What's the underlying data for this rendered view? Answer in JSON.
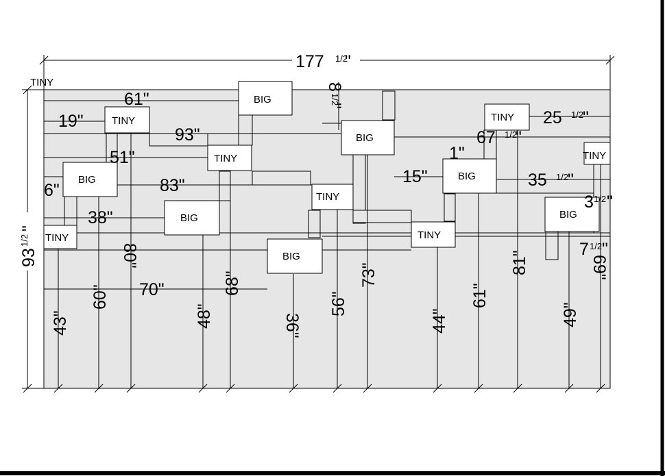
{
  "diagram": {
    "colors": {
      "wall": "#e6e6e6",
      "line": "#000000",
      "box": "#ffffff",
      "frame": "#000000"
    },
    "overall_width_label": {
      "whole": "177",
      "frac": "1/2",
      "unit": "\""
    },
    "overall_height_label": {
      "whole": "93",
      "frac": "1/2",
      "unit": "\""
    },
    "boxes": {
      "big_top": "BIG",
      "big_mid": "BIG",
      "big_right": "BIG",
      "big_left": "BIG",
      "big_center": "BIG",
      "big_bottom": "BIG",
      "big_far_right": "BIG",
      "tiny_topleft": "TINY",
      "tiny_upper": "TINY",
      "tiny_center": "TINY",
      "tiny_right_top": "TINY",
      "tiny_right_edge": "TINY",
      "tiny_mid": "TINY",
      "tiny_lower": "TINY",
      "tiny_left": "TINY"
    },
    "horizontal_dims": {
      "d61": "61\"",
      "d19": "19\"",
      "d93": "93\"",
      "d51": "51\"",
      "d6": "6\"",
      "d83": "83\"",
      "d38": "38\"",
      "d70": "70\"",
      "d15": "15\"",
      "d1": "1\"",
      "d67": {
        "whole": "67",
        "frac": "1/2",
        "unit": "\""
      },
      "d25": {
        "whole": "25",
        "frac": "1/2",
        "unit": "\""
      },
      "d35": {
        "whole": "35",
        "frac": "1/2",
        "unit": "\""
      },
      "d3": {
        "whole": "3",
        "frac": "1/2",
        "unit": "\""
      },
      "d7": {
        "whole": "7",
        "frac": "1/2",
        "unit": "\""
      }
    },
    "vertical_dims": {
      "v8": {
        "whole": "8",
        "frac": "1/2",
        "unit": "\""
      },
      "v43": "43\"",
      "v60": "60\"",
      "v80": "80\"",
      "v48": "48\"",
      "v68": "68\"",
      "v36": "36\"",
      "v56": "56\"",
      "v73": "73\"",
      "v44": "44\"",
      "v61": "61\"",
      "v81": "81\"",
      "v49": "49\"",
      "v69": "69\""
    }
  }
}
